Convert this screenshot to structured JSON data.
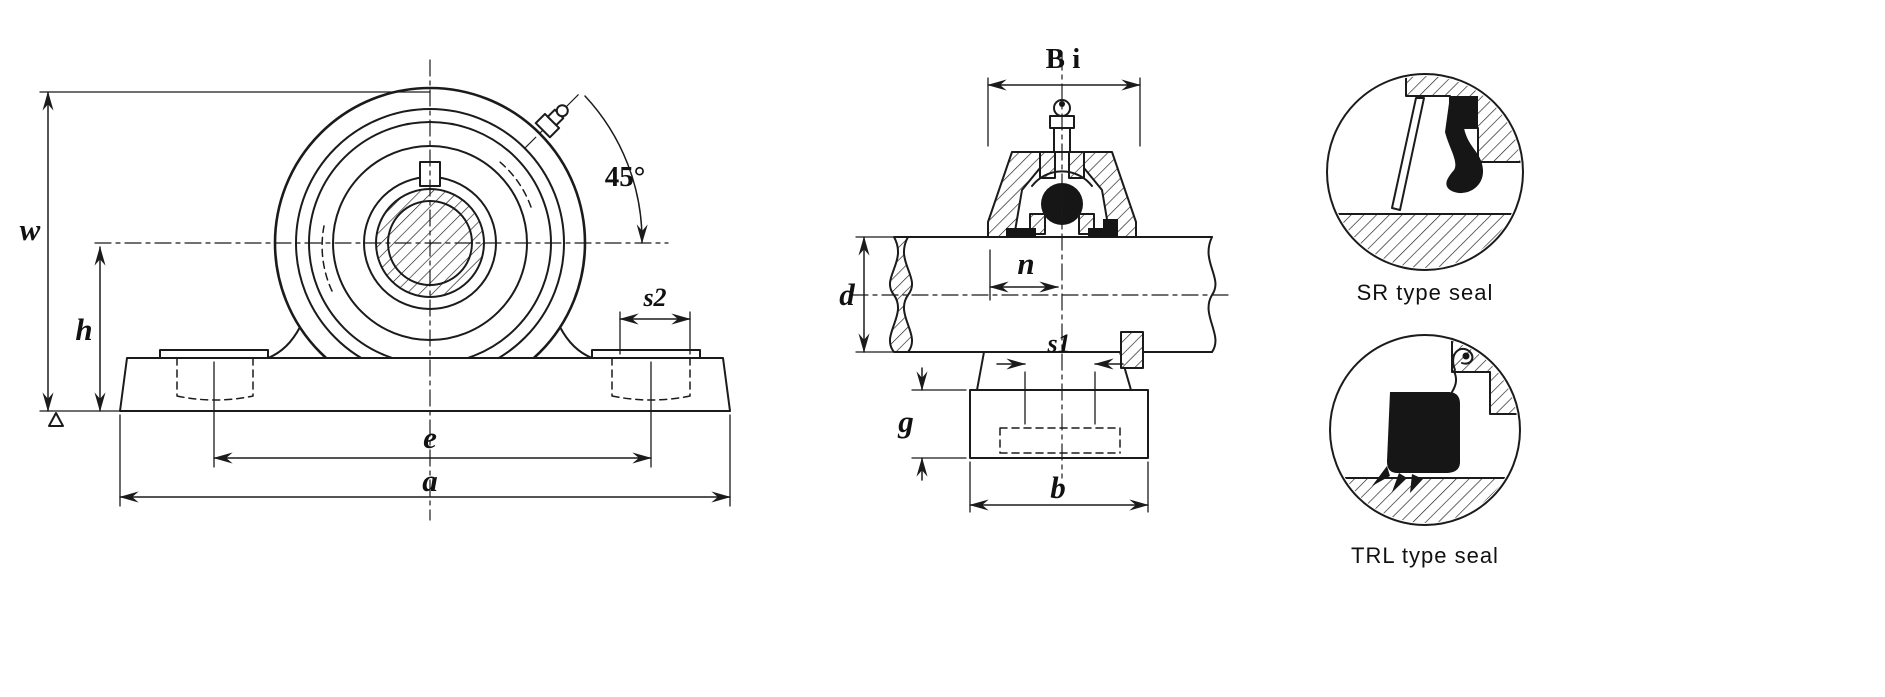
{
  "page": {
    "background": "#ffffff",
    "ink": "#1b1b1b"
  },
  "figure": {
    "front_view": {
      "name": "pillow-block-bearing-front-view",
      "dimensions": {
        "w": "w",
        "h": "h",
        "e": "e",
        "a": "a",
        "s2": "s2",
        "grease_angle": "45°"
      }
    },
    "side_view": {
      "name": "pillow-block-bearing-side-section",
      "dimensions": {
        "Bi": "B i",
        "n": "n",
        "d": "d",
        "s1": "s1",
        "g": "g",
        "b": "b"
      }
    },
    "seal_details": [
      {
        "id": "sr",
        "caption": "SR type seal"
      },
      {
        "id": "trl",
        "caption": "TRL type seal"
      }
    ]
  }
}
